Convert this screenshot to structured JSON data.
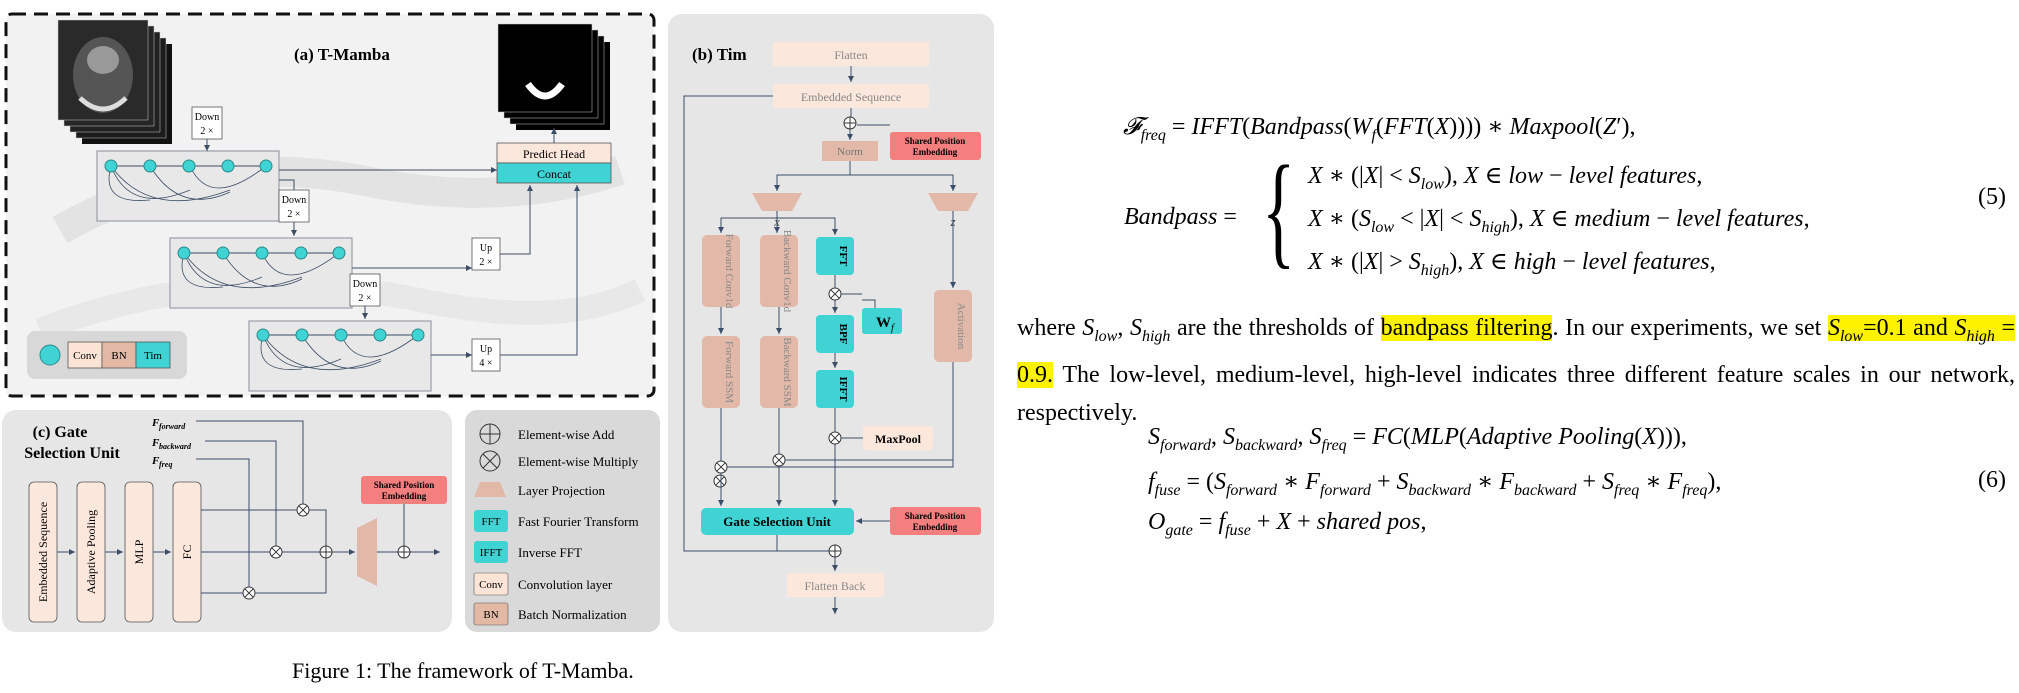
{
  "figure": {
    "panel_a": {
      "title": "(a) T-Mamba",
      "down_label": "Down",
      "down_factor": "2 ×",
      "up_label": "Up",
      "up_factor_2": "2 ×",
      "up_factor_4": "4 ×",
      "predict_head": "Predict Head",
      "concat": "Concat",
      "legend": {
        "conv": "Conv",
        "bn": "BN",
        "tim": "Tim"
      },
      "colors": {
        "teal": "#40d3d3",
        "conv": "#fbe4d6",
        "bn": "#e3b9a6",
        "dashed_border": "#111111"
      }
    },
    "panel_b": {
      "title": "(b) Tim",
      "flatten": "Flatten",
      "embedded_sequence": "Embedded Sequence",
      "shared_pos_line1": "Shared Position",
      "shared_pos_line2": "Embedding",
      "norm": "Norm",
      "x_label": "x",
      "z_label": "z",
      "forward_conv": "Forward Conv1d",
      "backward_conv": "Backward Conv1d",
      "fft": "FFT",
      "bpf": "BPF",
      "ifft": "IFFT",
      "wf": "W",
      "wf_sub": "f",
      "activation": "Activation",
      "forward_ssm": "Forward SSM",
      "backward_ssm": "Backward SSM",
      "maxpool": "MaxPool",
      "gate_selection_unit": "Gate Selection Unit",
      "flatten_back": "Flatten Back",
      "colors": {
        "panel_bg": "#e6e6e6",
        "salmon": "#f37f7f",
        "tan": "#e2b8a8",
        "teal": "#40d3d3",
        "light": "#fbe7dc"
      }
    },
    "panel_c": {
      "title_line1": "(c) Gate",
      "title_line2": "Selection Unit",
      "f_forward": "F",
      "f_forward_sub": "forward",
      "f_backward": "F",
      "f_backward_sub": "backward",
      "f_freq": "F",
      "f_freq_sub": "freq",
      "embedded_sequence": "Embedded Sequence",
      "adaptive_pooling": "Adaptive Pooling",
      "mlp": "MLP",
      "fc": "FC",
      "shared_pos_line1": "Shared Position",
      "shared_pos_line2": "Embedding"
    },
    "legend": {
      "items": [
        {
          "icon": "element-wise-add-icon",
          "label": "Element-wise Add"
        },
        {
          "icon": "element-wise-multiply-icon",
          "label": "Element-wise Multiply"
        },
        {
          "icon": "layer-projection-icon",
          "label": "Layer Projection"
        },
        {
          "icon": "FFT",
          "label": "Fast Fourier Transform"
        },
        {
          "icon": "IFFT",
          "label": "Inverse FFT"
        },
        {
          "icon": "Conv",
          "label": "Convolution layer"
        },
        {
          "icon": "BN",
          "label": "Batch Normalization"
        }
      ]
    },
    "caption": "Figure 1: The framework of T-Mamba."
  },
  "equations": {
    "eq5_number": "(5)",
    "eq6_number": "(6)"
  },
  "paragraph": {
    "part1": "where ",
    "part2": " are the thresholds of ",
    "highlight1": "bandpass filtering",
    "part3": ". In our experiments, we set ",
    "part4": " The low-level, medium-level, high-level indicates three different feature scales in our network, respectively."
  }
}
